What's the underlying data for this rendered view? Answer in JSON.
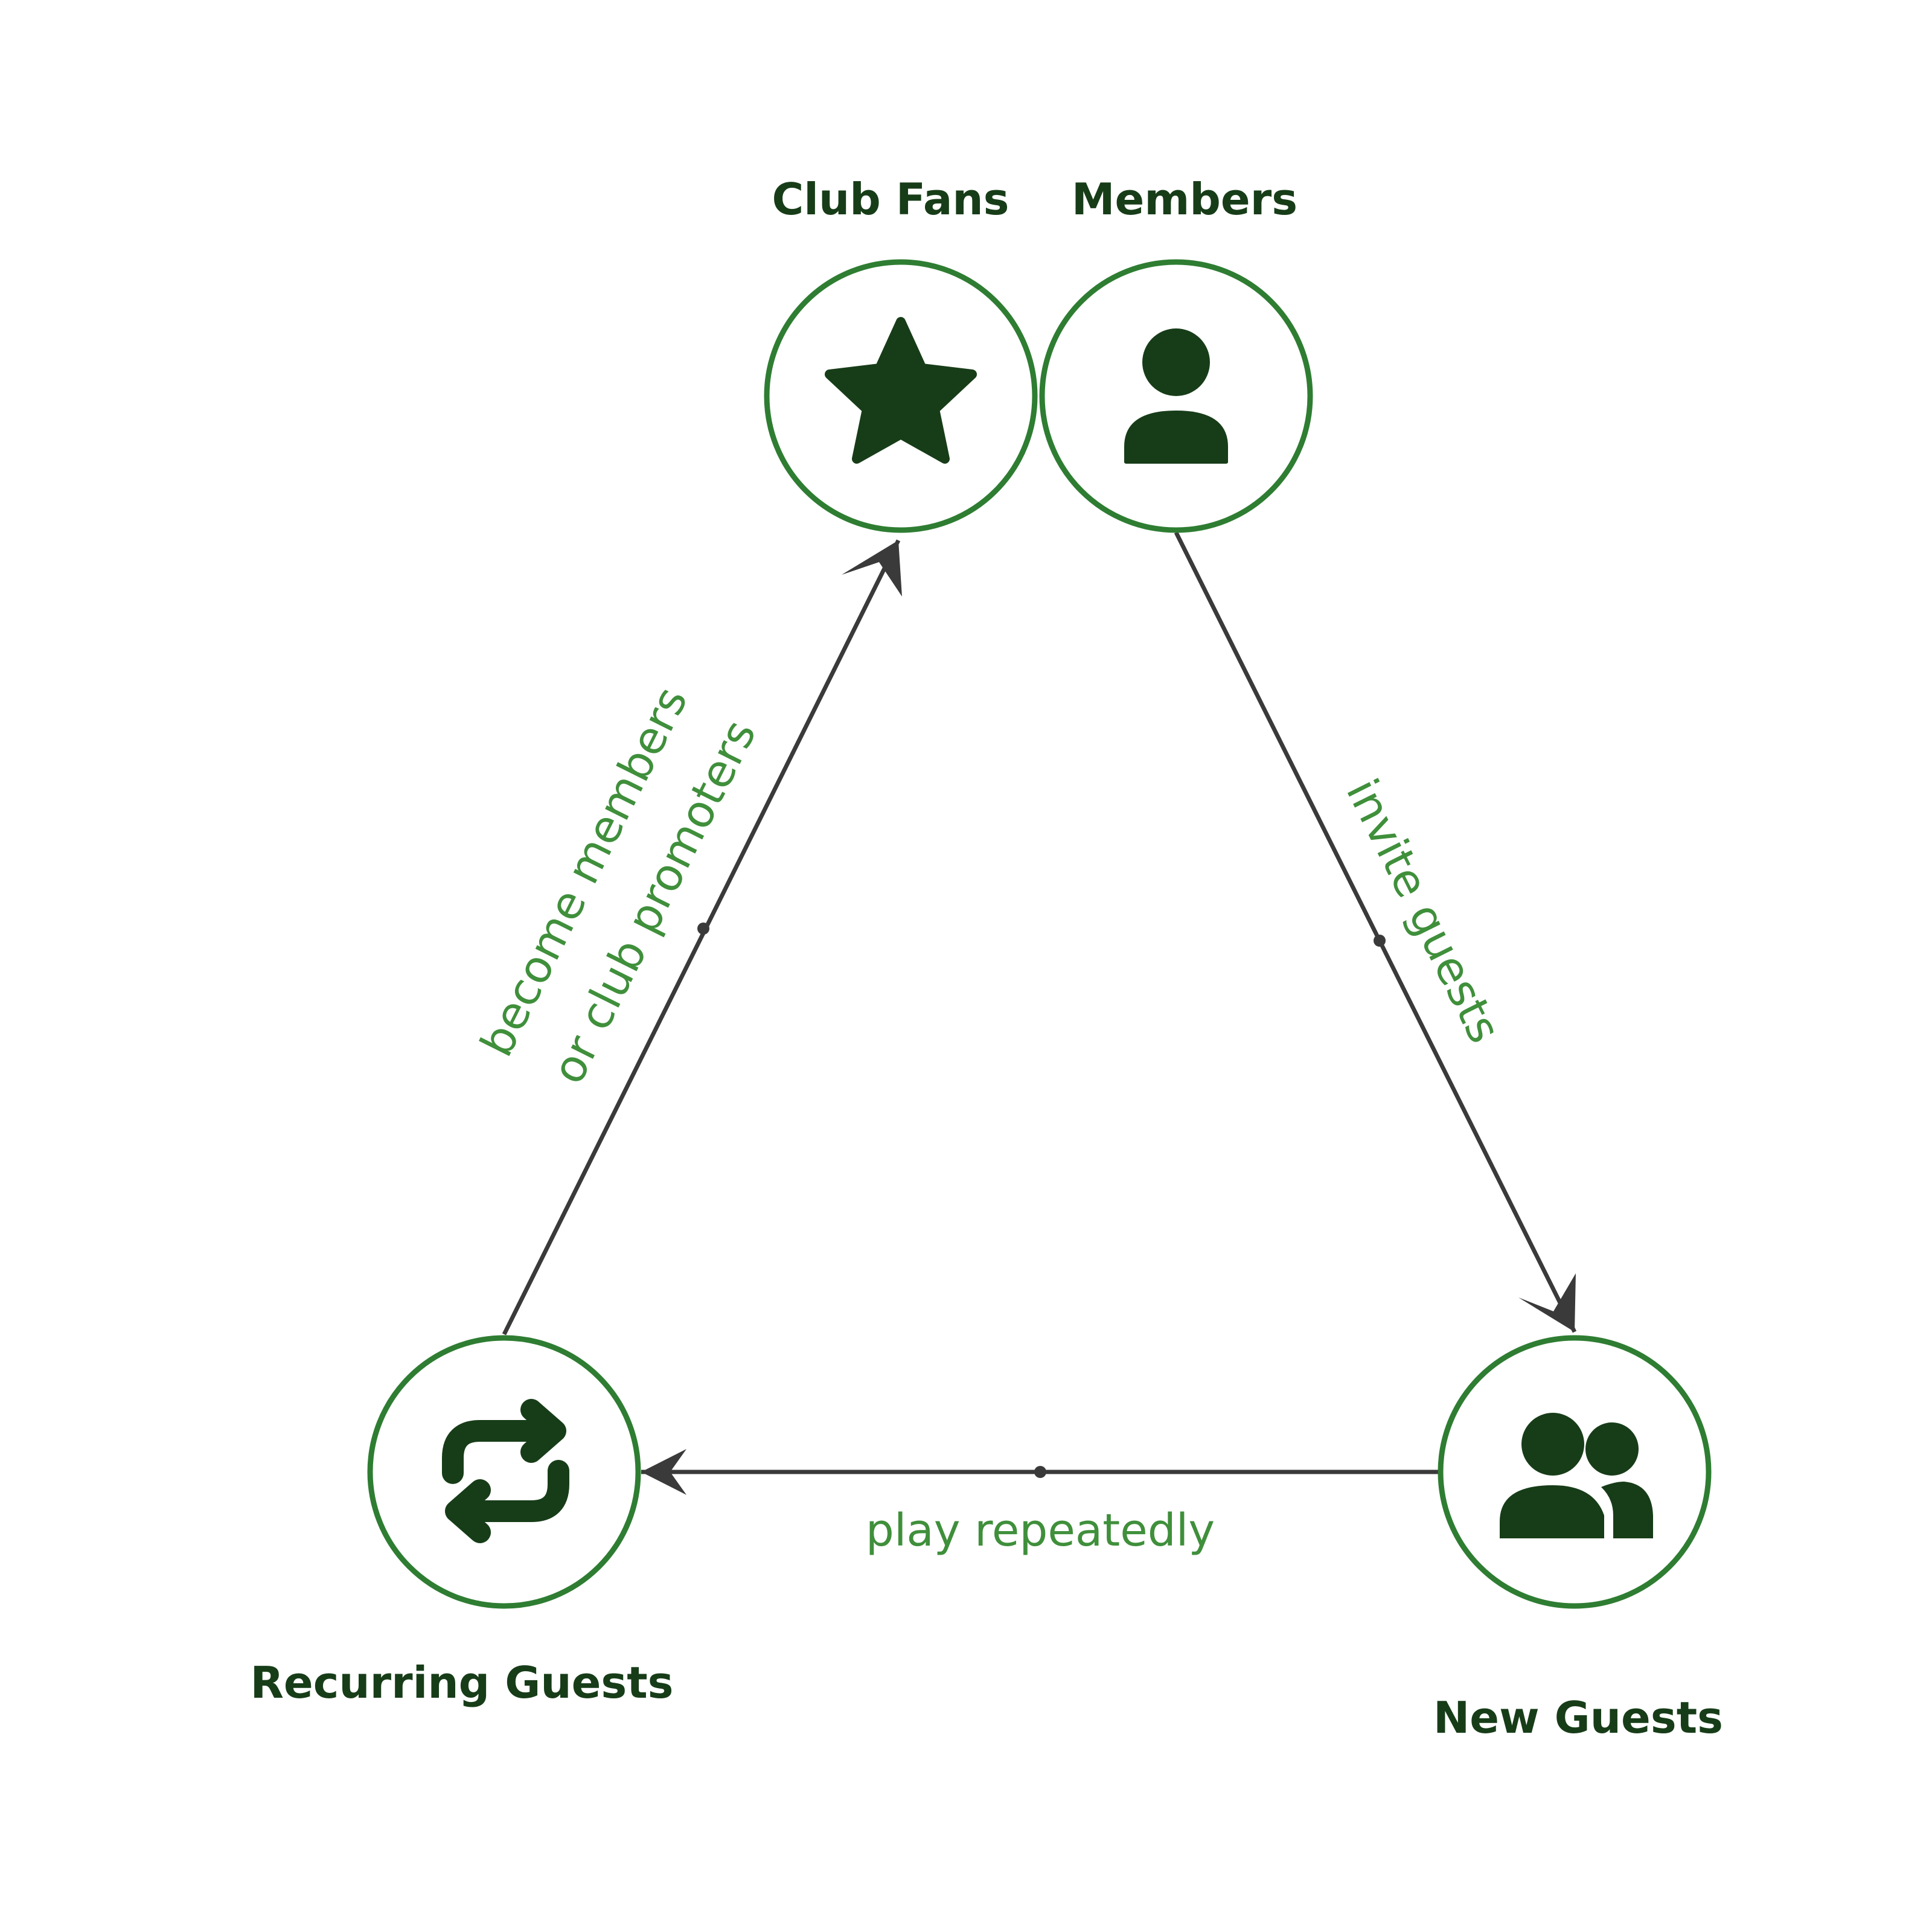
{
  "colors": {
    "dark_green": "#173d18",
    "ring_green": "#2e7d32",
    "label_green": "#3f8f3b",
    "arrow_gray": "#3a3a3a"
  },
  "nodes": {
    "club_fans": {
      "label": "Club Fans",
      "icon": "star-icon"
    },
    "members": {
      "label": "Members",
      "icon": "user-icon"
    },
    "new_guests": {
      "label": "New Guests",
      "icon": "users-icon"
    },
    "recurring_guests": {
      "label": "Recurring Guests",
      "icon": "repeat-icon"
    }
  },
  "edges": {
    "members_to_new_guests": {
      "label": "invite guests"
    },
    "new_guests_to_recurring": {
      "label": "play repeatedly"
    },
    "recurring_to_club_fans": {
      "label_line1": "become members",
      "label_line2": "or club promoters"
    }
  }
}
